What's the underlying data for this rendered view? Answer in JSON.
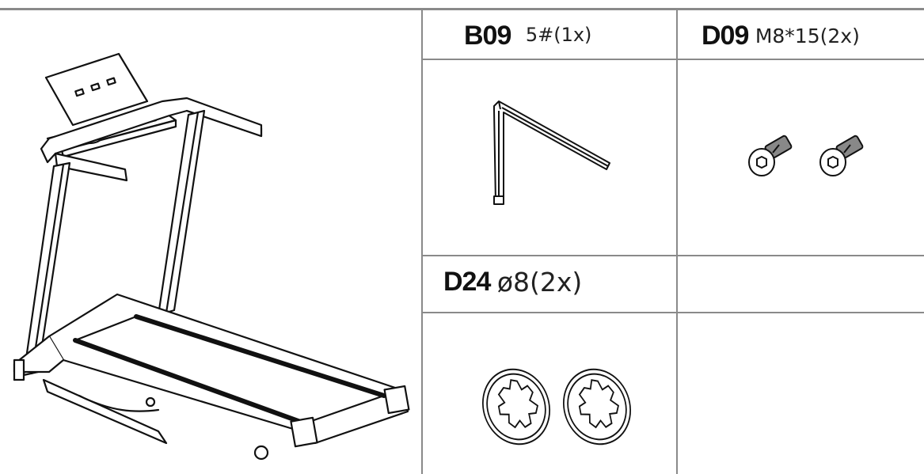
{
  "parts": [
    {
      "code": "B09",
      "spec": "5#(1x)",
      "icon": "hex-key-icon"
    },
    {
      "code": "D09",
      "spec": "M8*15(2x)",
      "icon": "bolt-icon"
    },
    {
      "code": "D24",
      "spec": "ø8(2x)",
      "icon": "lock-washer-icon"
    }
  ],
  "illustration": "treadmill-drawing"
}
